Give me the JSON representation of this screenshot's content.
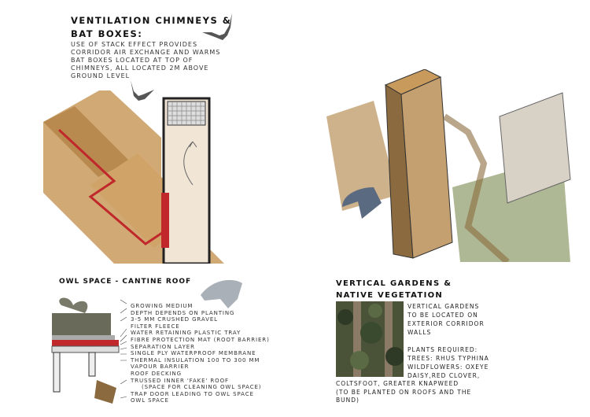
{
  "ventilation": {
    "title_line1": "VENTILATION CHIMNEYS &",
    "title_line2": "BAT BOXES:",
    "description": [
      "USE OF STACK EFFECT PROVIDES",
      "CORRIDOR AIR EXCHANGE AND WARMS",
      "BAT BOXES LOCATED AT TOP OF",
      "CHIMNEYS, ALL LOCATED 2M ABOVE",
      "GROUND LEVEL"
    ]
  },
  "owl_space": {
    "title": "OWL SPACE - CANTINE ROOF",
    "layers": [
      "GROWING MEDIUM",
      "DEPTH DEPENDS ON PLANTING",
      "3-5 MM CRUSHED GRAVEL",
      "FILTER FLEECE",
      "WATER RETAINING PLASTIC TRAY",
      "FIBRE PROTECTION MAT (ROOT BARRIER)",
      "SEPARATION LAYER",
      "SINGLE PLY WATERPROOF MEMBRANE",
      "THERMAL INSULATION 100 TO 300 MM",
      "VAPOUR BARRIER",
      "ROOF DECKING",
      "TRUSSED INNER 'FAKE' ROOF",
      "(SPACE FOR CLEANING OWL SPACE)",
      "TRAP DOOR LEADING TO OWL SPACE",
      "OWL SPACE"
    ]
  },
  "vertical_gardens": {
    "title_line1": "VERTICAL GARDENS &",
    "title_line2": "NATIVE VEGETATION",
    "text": [
      "VERTICAL GARDENS",
      "TO BE LOCATED ON",
      "EXTERIOR CORRIDOR",
      "WALLS",
      "",
      "PLANTS REQUIRED:",
      "TREES: RHUS TYPHINA",
      "WILDFLOWERS: OXEYE",
      "DAISY,RED CLOVER,"
    ],
    "text_wide": [
      "COLTSFOOT, GREATER KNAPWEED",
      "(TO BE PLANTED ON ROOFS  AND THE",
      "BUND)"
    ]
  },
  "colors": {
    "wood": "#c89a5c",
    "wood_dark": "#8a6a3e",
    "membrane": "#c0282b",
    "grass": "#9aa67a"
  }
}
